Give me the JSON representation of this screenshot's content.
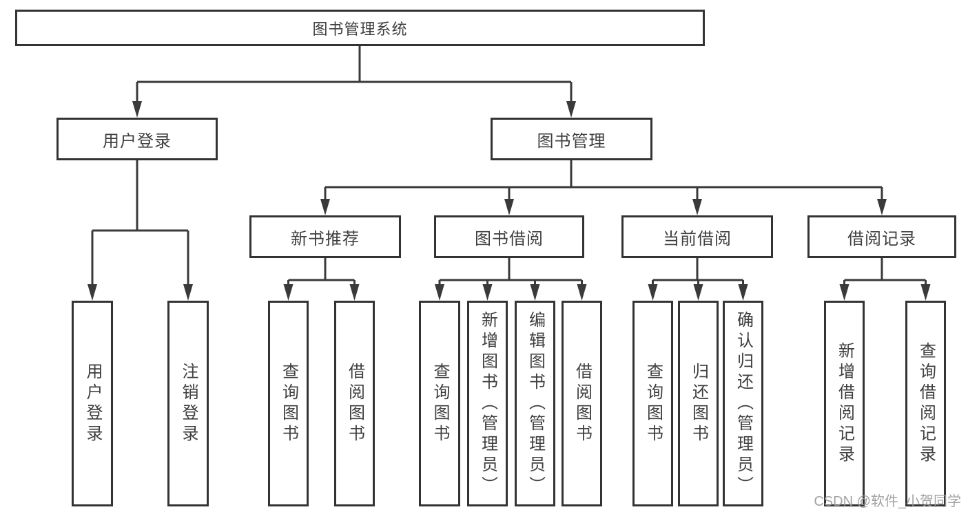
{
  "tree": {
    "label": "图书管理系统",
    "children": [
      {
        "label": "用户登录",
        "children": [
          {
            "label": "用户登录"
          },
          {
            "label": "注销登录"
          }
        ]
      },
      {
        "label": "图书管理",
        "children": [
          {
            "label": "新书推荐",
            "children": [
              {
                "label": "查询图书"
              },
              {
                "label": "借阅图书"
              }
            ]
          },
          {
            "label": "图书借阅",
            "children": [
              {
                "label": "查询图书"
              },
              {
                "label": "新增图书（管理员）"
              },
              {
                "label": "编辑图书（管理员）"
              },
              {
                "label": "借阅图书"
              }
            ]
          },
          {
            "label": "当前借阅",
            "children": [
              {
                "label": "查询图书"
              },
              {
                "label": "归还图书"
              },
              {
                "label": "确认归还（管理员）"
              }
            ]
          },
          {
            "label": "借阅记录",
            "children": [
              {
                "label": "新增借阅记录"
              },
              {
                "label": "查询借阅记录"
              }
            ]
          }
        ]
      }
    ]
  },
  "watermark": "CSDN @软件_小贺同学",
  "colors": {
    "line": "#3a3a3a",
    "box_border": "#333333",
    "text": "#3f3f3f",
    "watermark": "#9b9b9b",
    "background": "#ffffff"
  }
}
